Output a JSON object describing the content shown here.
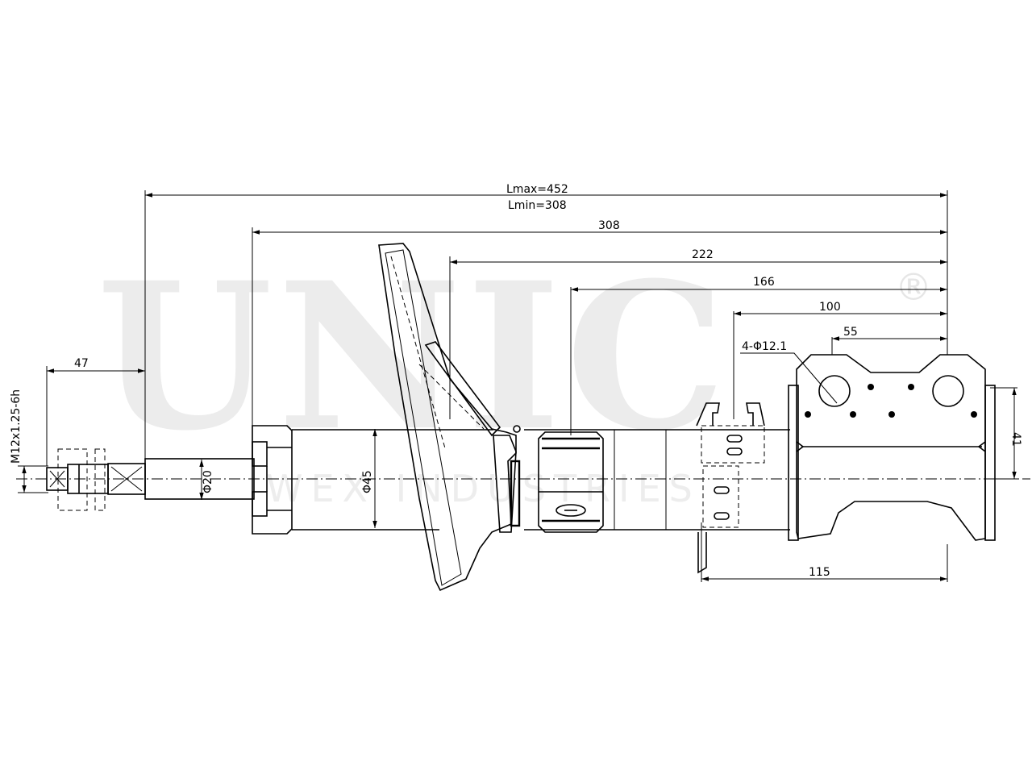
{
  "watermark": {
    "brand": "UNIC",
    "registered_mark": "®",
    "subtitle": "WEX INDUSTRIES"
  },
  "dimensions": {
    "l_max": "Lmax=452",
    "l_min": "Lmin=308",
    "d308": "308",
    "d222": "222",
    "d166": "166",
    "d100": "100",
    "d55": "55",
    "holes": "4-Φ12.1",
    "d47": "47",
    "thread": "M12x1.25-6h",
    "rod_dia": "Φ20",
    "body_dia": "Φ45",
    "d115": "115",
    "d41": "41"
  }
}
